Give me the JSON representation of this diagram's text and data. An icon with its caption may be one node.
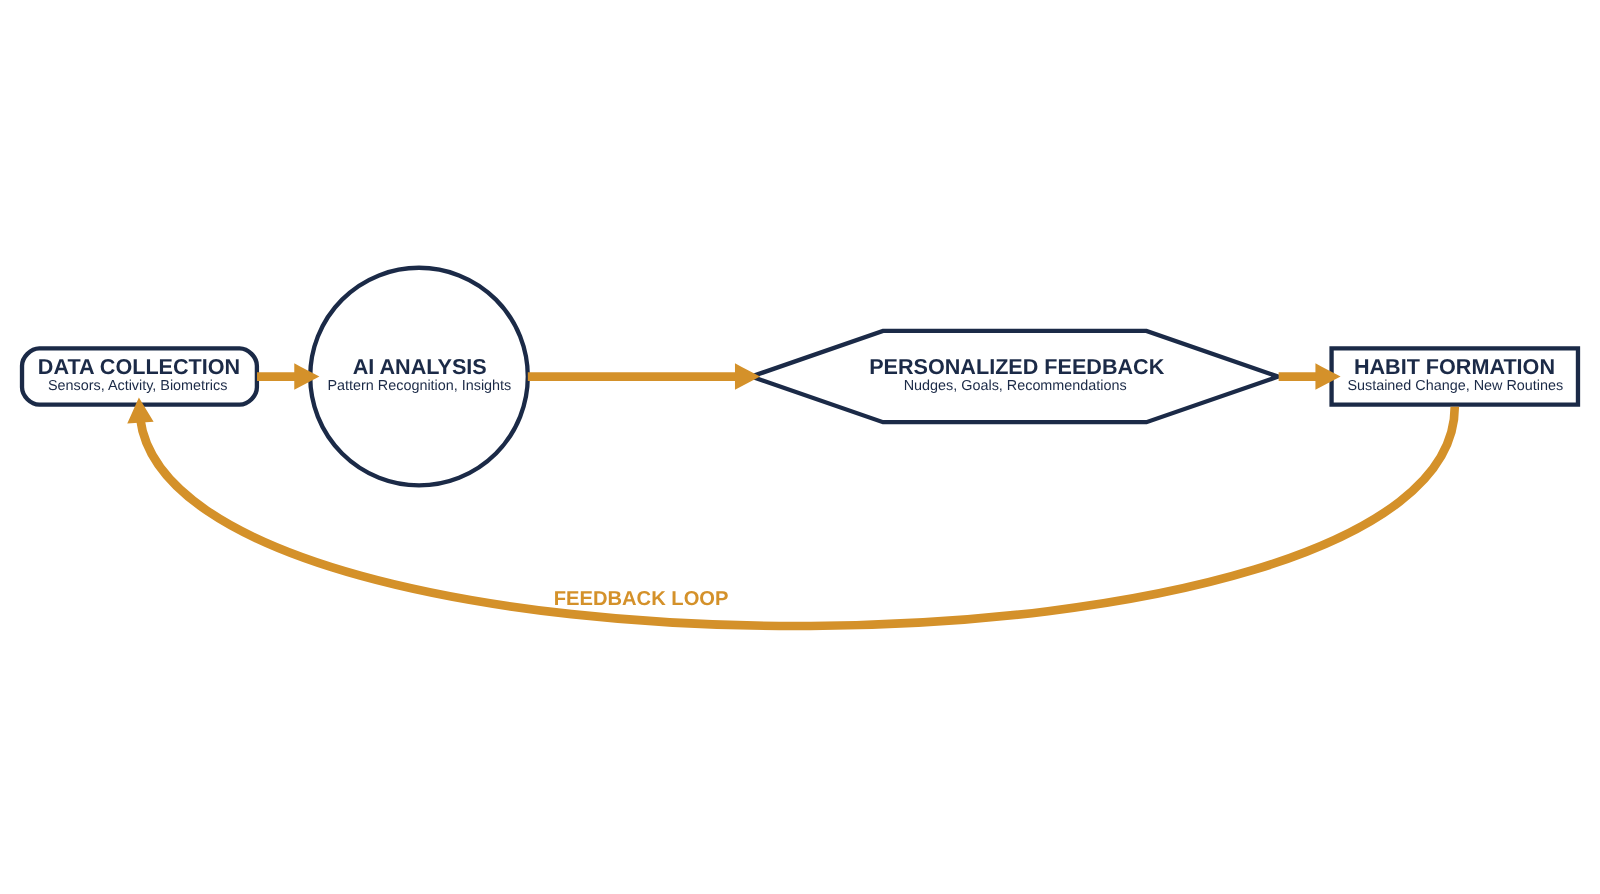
{
  "diagram": {
    "nodes": [
      {
        "text": [
          "DATA COLLECTION",
          "Sensors, Activity, Biometrics"
        ]
      },
      {
        "text": [
          "AI ANALYSIS",
          "Pattern Recognition, Insights"
        ]
      },
      {
        "text": [
          "PERSONALIZED FEEDBACK",
          "Nudges, Goals, Recommendations"
        ]
      },
      {
        "text": [
          "HABIT FORMATION",
          "Sustained Change, New Routines"
        ]
      }
    ],
    "edges": [
      {
        "from": 0,
        "to": 1,
        "arrow": "to"
      },
      {
        "from": 1,
        "to": 2,
        "arrow": "to"
      },
      {
        "from": 2,
        "to": 3,
        "arrow": "to"
      },
      {
        "from": 3,
        "to": 0,
        "arrow": "to",
        "label": "FEEDBACK LOOP"
      }
    ]
  }
}
